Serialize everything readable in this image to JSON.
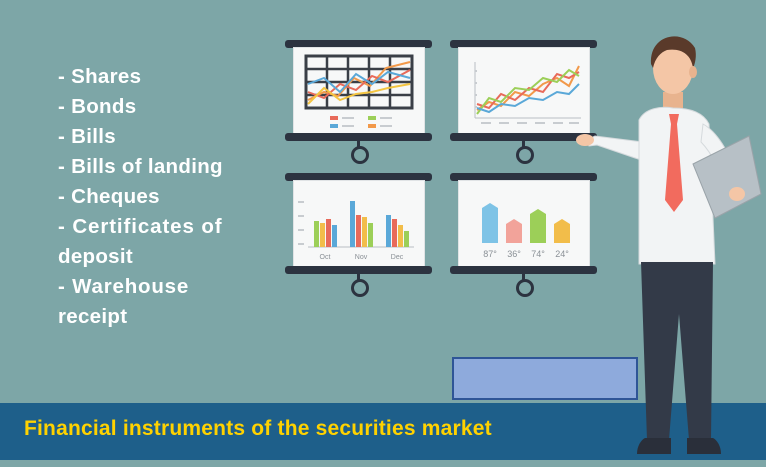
{
  "list": {
    "items": [
      "- Shares",
      "- Bonds",
      "- Bills",
      "- Bills of landing",
      "- Cheques",
      "- Certificates of",
      "deposit",
      "- Warehouse",
      "receipt"
    ]
  },
  "caption": "Financial instruments of the securities market",
  "bar_chart": {
    "categories": [
      "Oct",
      "Nov",
      "Dec"
    ]
  },
  "metric_chart": {
    "values": [
      87,
      36,
      74,
      24
    ],
    "labels": [
      "87°",
      "36°",
      "74°",
      "24°"
    ],
    "colors": [
      "#7ec3e6",
      "#f2a39a",
      "#9ccf58",
      "#f2bd4a"
    ]
  },
  "colors": {
    "background": "#7da6a7",
    "caption_bar": "#1e5f8a",
    "caption_text": "#ffd200",
    "list_text": "#ffffff",
    "blank_box_fill": "#8eaadc",
    "blank_box_border": "#2f5597"
  }
}
